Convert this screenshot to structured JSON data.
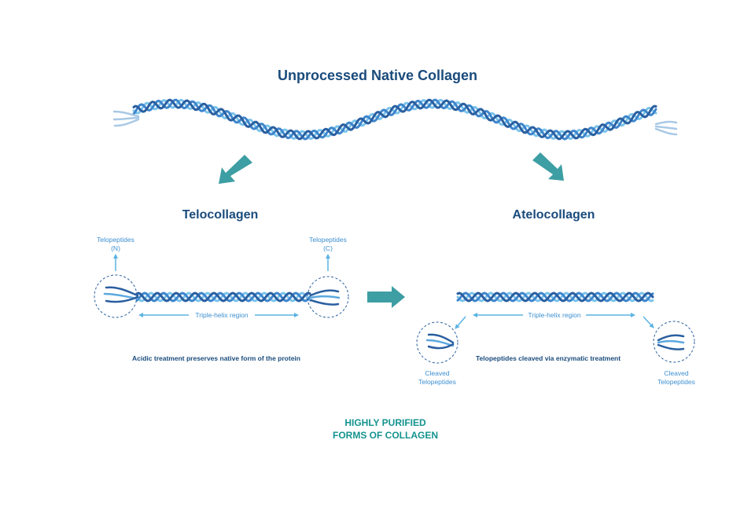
{
  "title": "Unprocessed Native Collagen",
  "telocollagen": {
    "title": "Telocollagen",
    "telopeptides_n": [
      "Telopeptides",
      "(N)"
    ],
    "telopeptides_c": [
      "Telopeptides",
      "(C)"
    ],
    "region_label": "Triple-helix region",
    "caption": "Acidic treatment preserves native form of the protein"
  },
  "atelocollagen": {
    "title": "Atelocollagen",
    "region_label": "Triple-helix region",
    "cleaved_left": [
      "Cleaved",
      "Telopeptides"
    ],
    "cleaved_right": [
      "Cleaved",
      "Telopeptides"
    ],
    "caption": "Telopeptides cleaved via enzymatic treatment"
  },
  "footer": [
    "HIGHLY PURIFIED",
    "FORMS OF COLLAGEN"
  ],
  "colors": {
    "dark_strand": "#2a5fa0",
    "mid_strand": "#3f86cc",
    "light_strand": "#7cc4ea",
    "arrow_teal": "#3d9ea3",
    "annotation_blue": "#5bb3e3",
    "title_navy": "#1a4b7c",
    "footer_teal": "#13938f"
  }
}
